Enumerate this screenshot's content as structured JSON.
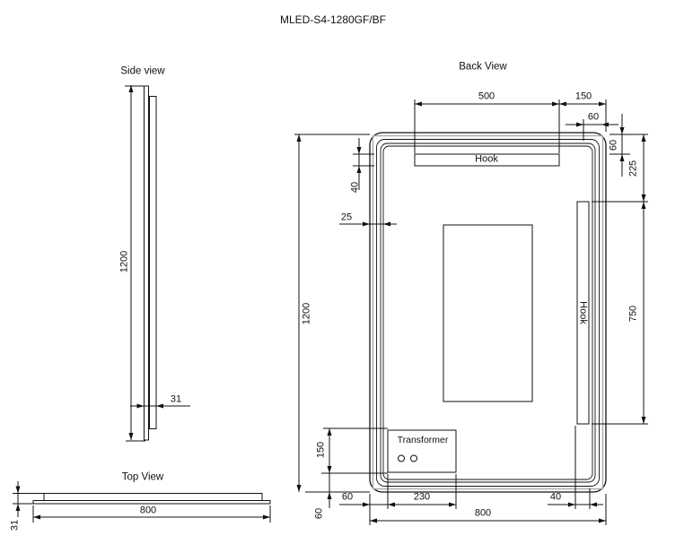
{
  "title": "MLED-S4-1280GF/BF",
  "colors": {
    "line": "#111111",
    "glass_edge_gray": "#a9a9a9",
    "background": "#ffffff"
  },
  "views": {
    "side": {
      "label": "Side view",
      "dims": {
        "height": "1200",
        "thickness": "31"
      }
    },
    "top": {
      "label": "Top View",
      "dims": {
        "width": "800",
        "thickness": "31"
      }
    },
    "back": {
      "label": "Back View",
      "top_hook_label": "Hook",
      "side_hook_label": "Hook",
      "transformer_label": "Transformer",
      "dims": {
        "top_hook_width": "500",
        "top_hook_to_right_edge": "150",
        "side_hook_edge_offset": "60",
        "top_edge_to_hook": "60",
        "top_to_side_hook": "225",
        "side_hook_length": "750",
        "top_hook_height": "40",
        "frame_inset": "25",
        "mirror_height": "1200",
        "transformer_height": "150",
        "transformer_left_gap": "60",
        "transformer_bottom_gap": "60",
        "transformer_width": "230",
        "side_hook_frame_gap": "40",
        "mirror_width": "800"
      }
    }
  }
}
